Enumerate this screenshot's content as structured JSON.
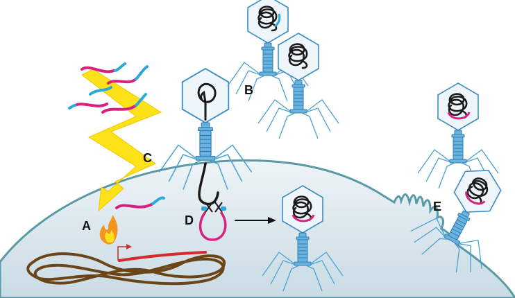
{
  "labels": {
    "a": "A",
    "b": "B",
    "c": "C",
    "d": "D",
    "e": "E"
  },
  "colors": {
    "cell_fill": "#d8e5ec",
    "cell_outline": "#5a9aa6",
    "phage_blue": "#3b8dc1",
    "spacer_magenta": "#d8207f",
    "repeat_cyan": "#29a9d9",
    "lightning_yellow": "#fde21a",
    "chromosome_brown": "#6b4417",
    "gene_red": "#d42a2a",
    "flame_orange": "#f39420"
  },
  "icons": {
    "flame": "flame-icon",
    "promoter_arrow": "promoter-arrow-icon",
    "lightning": "lightning-bolt-icon"
  }
}
